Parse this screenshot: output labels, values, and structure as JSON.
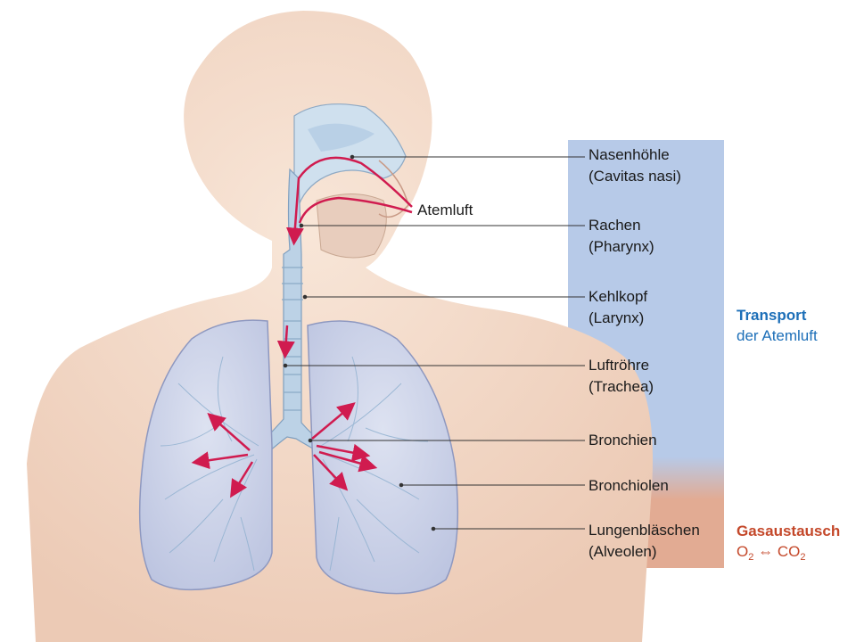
{
  "labels": {
    "nasal": {
      "name": "Nasenhöhle",
      "latin": "(Cavitas nasi)"
    },
    "pharynx": {
      "name": "Rachen",
      "latin": "(Pharynx)"
    },
    "larynx": {
      "name": "Kehlkopf",
      "latin": "(Larynx)"
    },
    "trachea": {
      "name": "Luftröhre",
      "latin": "(Trachea)"
    },
    "bronchi": {
      "name": "Bronchien"
    },
    "bronchioles": {
      "name": "Bronchiolen"
    },
    "alveoli": {
      "name": "Lungenbläschen",
      "latin": "(Alveolen)"
    },
    "airflow": "Atemluft"
  },
  "sections": {
    "transport": {
      "title": "Transport",
      "subtitle": "der Atemluft"
    },
    "gas_exchange": {
      "title": "Gasaustausch",
      "o2": "O",
      "o2_sub": "2",
      "arrow": " ⇔ ",
      "co2": "CO",
      "co2_sub": "2"
    }
  },
  "colors": {
    "transport_band": "#b7cae8",
    "exchange_band": "#e2ab93",
    "transport_text": "#1d6fb8",
    "exchange_text": "#c4482a",
    "arrow": "#d01b4f",
    "skin": "#f4dccb",
    "lung": "#cfd5ea"
  }
}
